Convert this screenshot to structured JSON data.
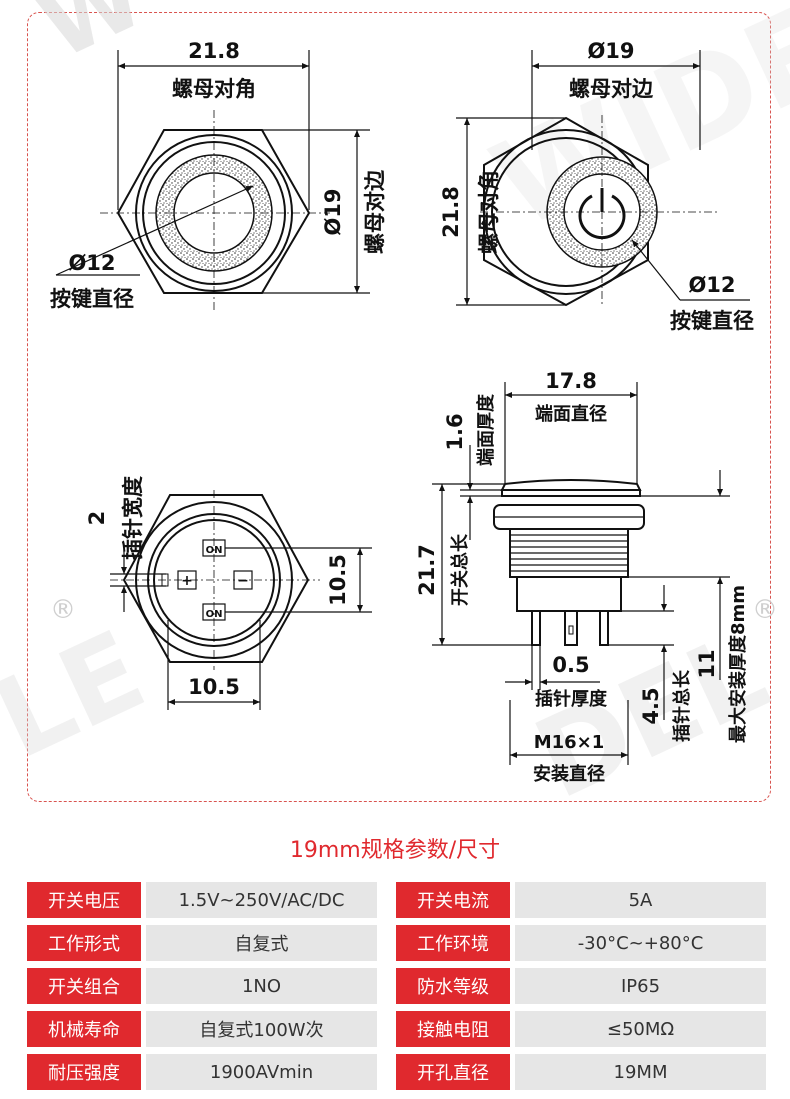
{
  "drawing": {
    "watermark_text": "WIDELE",
    "registered_mark": "®",
    "front_view_left": {
      "width_label": "21.8",
      "width_caption": "螺母对角",
      "height_label": "Ø19",
      "height_caption": "螺母对边",
      "button_label": "Ø12",
      "button_caption": "按键直径"
    },
    "front_view_right": {
      "width_label": "Ø19",
      "width_caption": "螺母对边",
      "height_label": "21.8",
      "height_caption": "螺母对角",
      "button_label": "Ø12",
      "button_caption": "按键直径"
    },
    "rear_view": {
      "pin_width_label": "2",
      "pin_width_caption": "插针宽度",
      "pin_spacing_v": "10.5",
      "pin_spacing_h": "10.5",
      "on_mark_1": "ON",
      "on_mark_2": "ON",
      "plus_mark": "+",
      "minus_mark": "−"
    },
    "side_view": {
      "face_diameter_label": "17.8",
      "face_diameter_caption": "端面直径",
      "face_thickness_label": "1.6",
      "face_thickness_caption": "端面厚度",
      "total_length_label": "21.7",
      "total_length_caption": "开关总长",
      "pin_thickness_label": "0.5",
      "pin_thickness_caption": "插针厚度",
      "pin_length_label": "4.5",
      "pin_length_caption": "插针总长",
      "max_install_label": "11",
      "max_install_caption": "最大安装厚度8mm",
      "thread_label": "M16×1",
      "thread_caption": "安装直径"
    }
  },
  "spec": {
    "title": "19mm规格参数/尺寸",
    "rows": [
      {
        "k1": "开关电压",
        "v1": "1.5V~250V/AC/DC",
        "k2": "开关电流",
        "v2": "5A"
      },
      {
        "k1": "工作形式",
        "v1": "自复式",
        "k2": "工作环境",
        "v2": "-30°C~+80°C"
      },
      {
        "k1": "开关组合",
        "v1": "1NO",
        "k2": "防水等级",
        "v2": "IP65"
      },
      {
        "k1": "机械寿命",
        "v1": "自复式100W次",
        "k2": "接触电阻",
        "v2": "≤50MΩ"
      },
      {
        "k1": "耐压强度",
        "v1": "1900AVmin",
        "k2": "开孔直径",
        "v2": "19MM"
      }
    ],
    "colors": {
      "accent": "#e0292e",
      "value_bg": "#e6e6e6"
    }
  }
}
